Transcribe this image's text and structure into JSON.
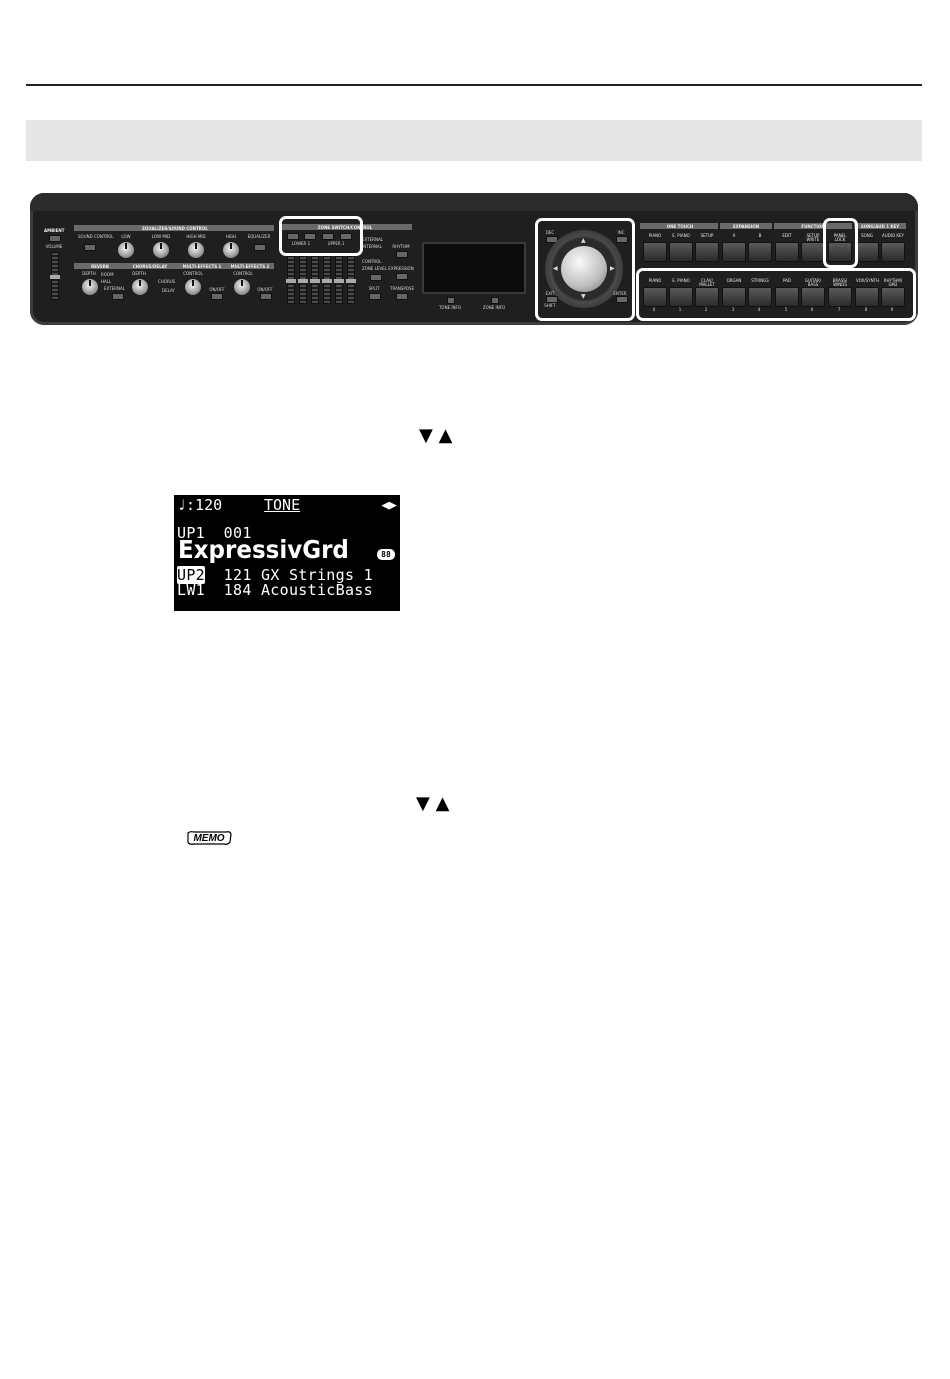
{
  "panel": {
    "left_section": {
      "header": "AMBIENT",
      "volume": "VOLUME",
      "sound_control": "SOUND CONTROL",
      "on_off": "ON/OFF"
    },
    "equalizer": {
      "header": "EQUALIZER/SOUND CONTROL",
      "knobs": [
        "LOW",
        "LOW MID",
        "HIGH MID",
        "HIGH"
      ],
      "button": "EQUALIZER"
    },
    "effects_row": {
      "headers": [
        "REVERB",
        "CHORUS/DELAY",
        "MULTI-EFFECTS 1",
        "MULTI-EFFECTS 2"
      ],
      "depth": "DEPTH",
      "control": "CONTROL",
      "opts": [
        "ROOM",
        "HALL",
        "EXTERNAL",
        "CHORUS",
        "DELAY",
        "ON/OFF"
      ]
    },
    "zone": {
      "header": "ZONE SWITCH/CONTROL",
      "lower": "LOWER 1",
      "upper": "UPPER 1",
      "side": [
        "EXTERNAL",
        "INTERNAL",
        "CONTROL",
        "ZONE LEVEL",
        "SPLIT"
      ],
      "buttons": [
        "RHYTHM",
        "EXPRESSION",
        "TRANSPOSE"
      ]
    },
    "lcd_labels": [
      "TONE INFO",
      "ZONE INFO"
    ],
    "dial": {
      "dec": "DEC",
      "inc": "INC",
      "exit": "EXIT",
      "shift": "SHIFT",
      "enter": "ENTER"
    },
    "top_groups": {
      "one_touch": "ONE TOUCH",
      "expansion": "EXPANSION",
      "function": "FUNCTION",
      "song": "SONG/AUD 1 KEY"
    },
    "top_buttons": [
      "PIANO",
      "E. PIANO",
      "SETUP",
      "A",
      "B",
      "EDIT",
      "SETUP WRITE",
      "PANEL LOCK",
      "SONG",
      "AUDIO KEY"
    ],
    "bottom_buttons": [
      "PIANO",
      "E. PIANO",
      "CLAV/ MALLET",
      "ORGAN",
      "STRINGS",
      "PAD",
      "GUITAR/ BASS",
      "BRASS/ WINDS",
      "VOX/SYNTH",
      "RHYTHM/ GM2"
    ],
    "bottom_numbers": [
      "0",
      "1",
      "2",
      "3",
      "4",
      "5",
      "6",
      "7",
      "8",
      "9"
    ]
  },
  "instructions": {
    "arrows_1": "▼ ▲",
    "arrows_2": "▼ ▲"
  },
  "screen": {
    "tempo": "♩:120",
    "title": "TONE",
    "nav": "◀▶",
    "line1": "UP1  001",
    "tone_name": "ExpressivGrd",
    "badge": "88",
    "line3_part": "UP2",
    "line3_rest": "  121 GX Strings 1",
    "line4": "LW1  184 AcousticBass"
  },
  "memo_icon": "memo-icon"
}
